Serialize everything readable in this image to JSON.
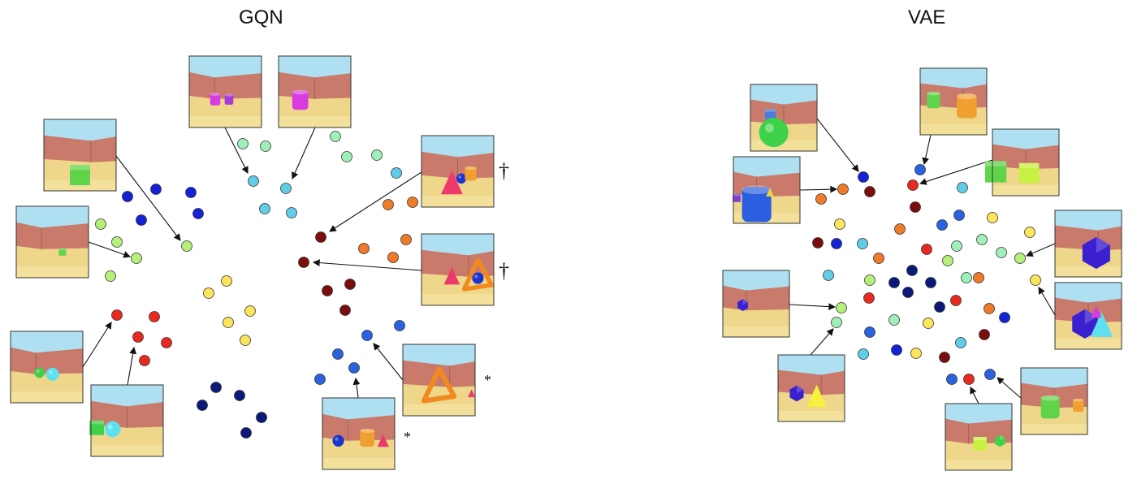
{
  "panels": [
    {
      "id": "gqn",
      "title": "GQN",
      "markers": [
        "†",
        "†",
        "*",
        "*"
      ]
    },
    {
      "id": "vae",
      "title": "VAE",
      "markers": []
    }
  ],
  "colors": {
    "mint": "#9ff0b8",
    "sky": "#5fcde8",
    "blue": "#2a62e0",
    "dark_blue": "#1322d4",
    "navy": "#0b1a78",
    "light_green": "#b5f07a",
    "yellow": "#fde45b",
    "orange": "#ee7a2a",
    "red": "#e8291f",
    "maroon": "#7a0e0e",
    "thumb_sky": "#aee0f2",
    "thumb_wall": "#c97a6b",
    "thumb_floor": "#eed68a"
  }
}
